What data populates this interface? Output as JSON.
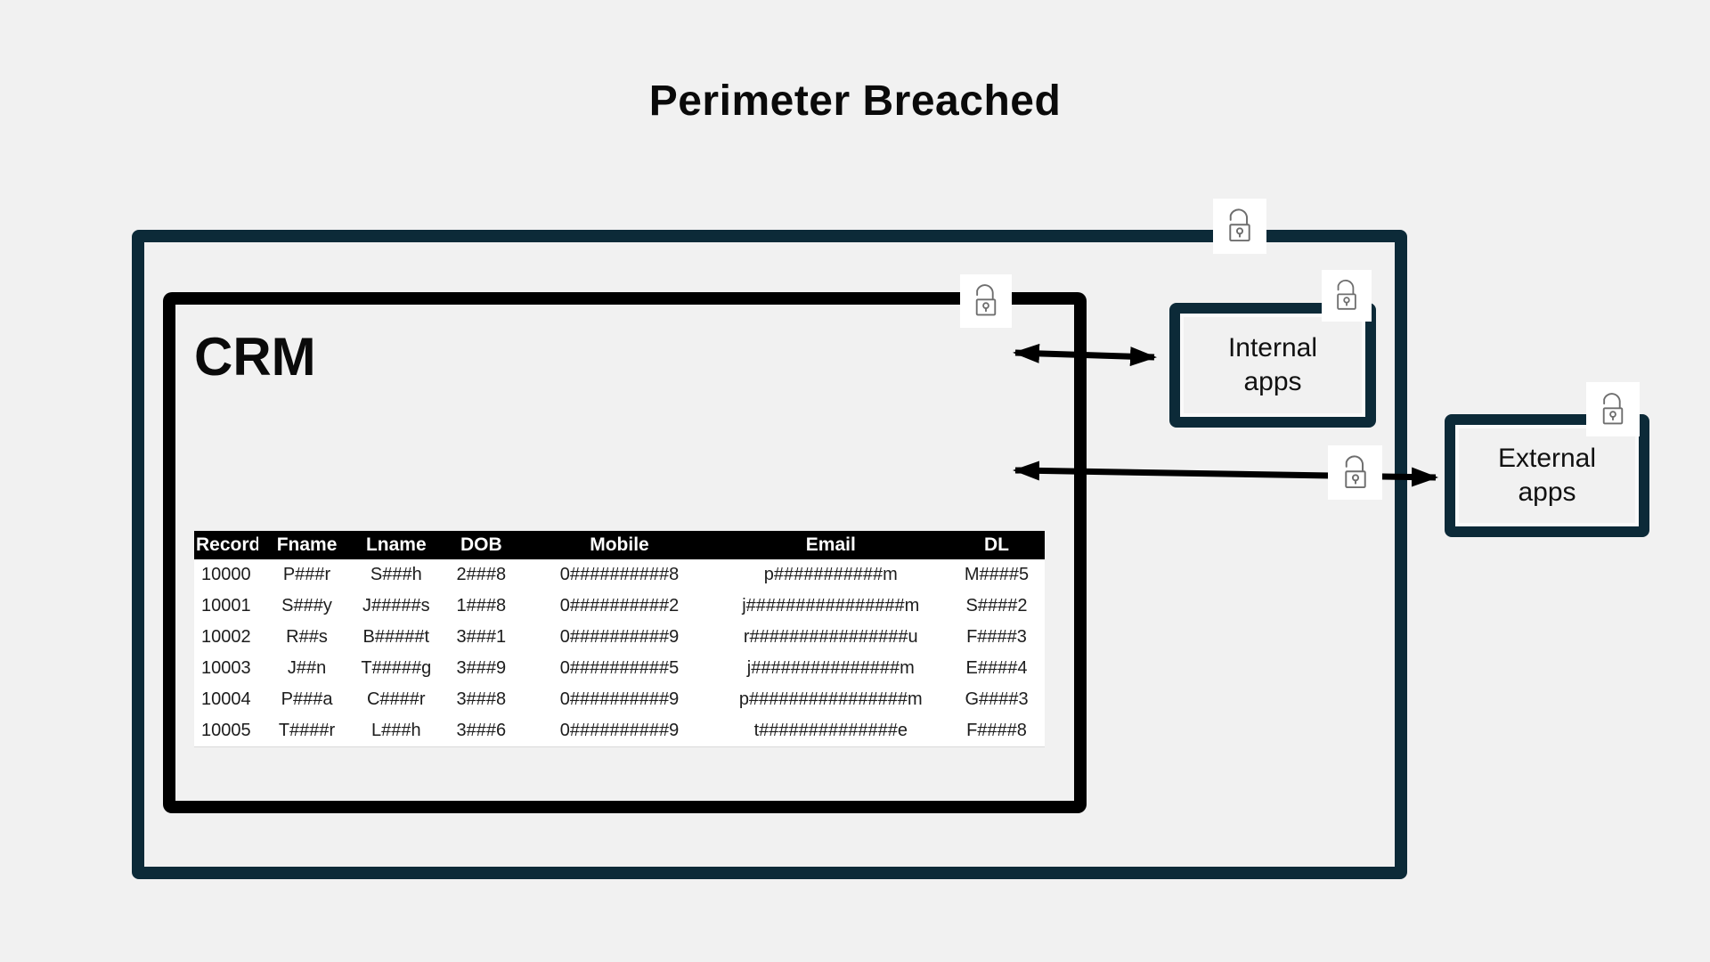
{
  "title": "Perimeter Breached",
  "colors": {
    "background": "#f1f1f1",
    "outer_frame": "#000000",
    "perimeter_border": "#0c2a38",
    "crm_border": "#000000",
    "app_box_border": "#0c2a38",
    "table_header_bg": "#000000",
    "table_header_fg": "#ffffff",
    "arrow": "#000000",
    "lock_stroke": "#6e6e6e"
  },
  "crm": {
    "label": "CRM"
  },
  "internal_apps": {
    "label": "Internal apps"
  },
  "external_apps": {
    "label": "External apps"
  },
  "icons": {
    "lock_meaning": "unlocked-padlock"
  },
  "table": {
    "headers": [
      "Record",
      "Fname",
      "Lname",
      "DOB",
      "Mobile",
      "Email",
      "DL"
    ],
    "rows": [
      [
        "10000",
        "P###r",
        "S###h",
        "2###8",
        "0##########8",
        "p###########m",
        "M####5"
      ],
      [
        "10001",
        "S###y",
        "J#####s",
        "1###8",
        "0##########2",
        "j################m",
        "S####2"
      ],
      [
        "10002",
        "R##s",
        "B#####t",
        "3###1",
        "0##########9",
        "r################u",
        "F####3"
      ],
      [
        "10003",
        "J##n",
        "T#####g",
        "3###9",
        "0##########5",
        "j###############m",
        "E####4"
      ],
      [
        "10004",
        "P###a",
        "C####r",
        "3###8",
        "0##########9",
        "p################m",
        "G####3"
      ],
      [
        "10005",
        "T####r",
        "L###h",
        "3###6",
        "0##########9",
        "t##############e",
        "F####8"
      ]
    ]
  }
}
